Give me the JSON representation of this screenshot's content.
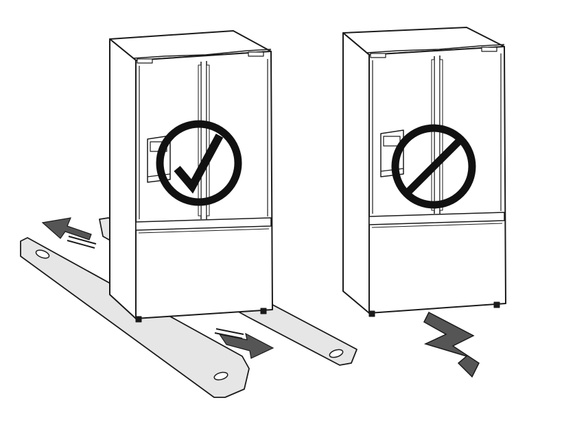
{
  "figure": {
    "panels": [
      {
        "id": "correct",
        "symbol": "check-mark"
      },
      {
        "id": "incorrect",
        "symbol": "prohibited"
      }
    ],
    "colors": {
      "line": "#1a1a1a",
      "fridge_fill": "#ffffff",
      "board_fill": "#e6e6e6",
      "arrow_fill": "#555555",
      "symbol": "#111111"
    }
  }
}
